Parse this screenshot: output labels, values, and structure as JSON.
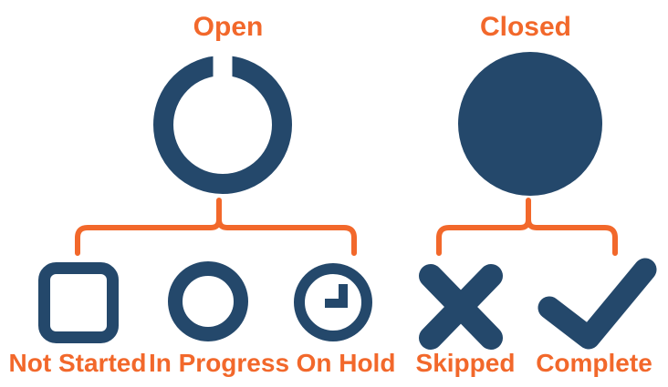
{
  "colors": {
    "navy": "#24486B",
    "orange": "#F2682B",
    "bg": "#FFFFFF"
  },
  "categories": [
    {
      "label": "Open",
      "icon": "open-ring-icon",
      "statuses": [
        "Not Started",
        "In Progress",
        "On Hold"
      ]
    },
    {
      "label": "Closed",
      "icon": "closed-circle-icon",
      "statuses": [
        "Skipped",
        "Complete"
      ]
    }
  ],
  "statuses": [
    {
      "label": "Not Started",
      "icon": "square-outline-icon",
      "category": "Open"
    },
    {
      "label": "In Progress",
      "icon": "circle-outline-icon",
      "category": "Open"
    },
    {
      "label": "On Hold",
      "icon": "clock-icon",
      "category": "Open"
    },
    {
      "label": "Skipped",
      "icon": "x-mark-icon",
      "category": "Closed"
    },
    {
      "label": "Complete",
      "icon": "checkmark-icon",
      "category": "Closed"
    }
  ]
}
